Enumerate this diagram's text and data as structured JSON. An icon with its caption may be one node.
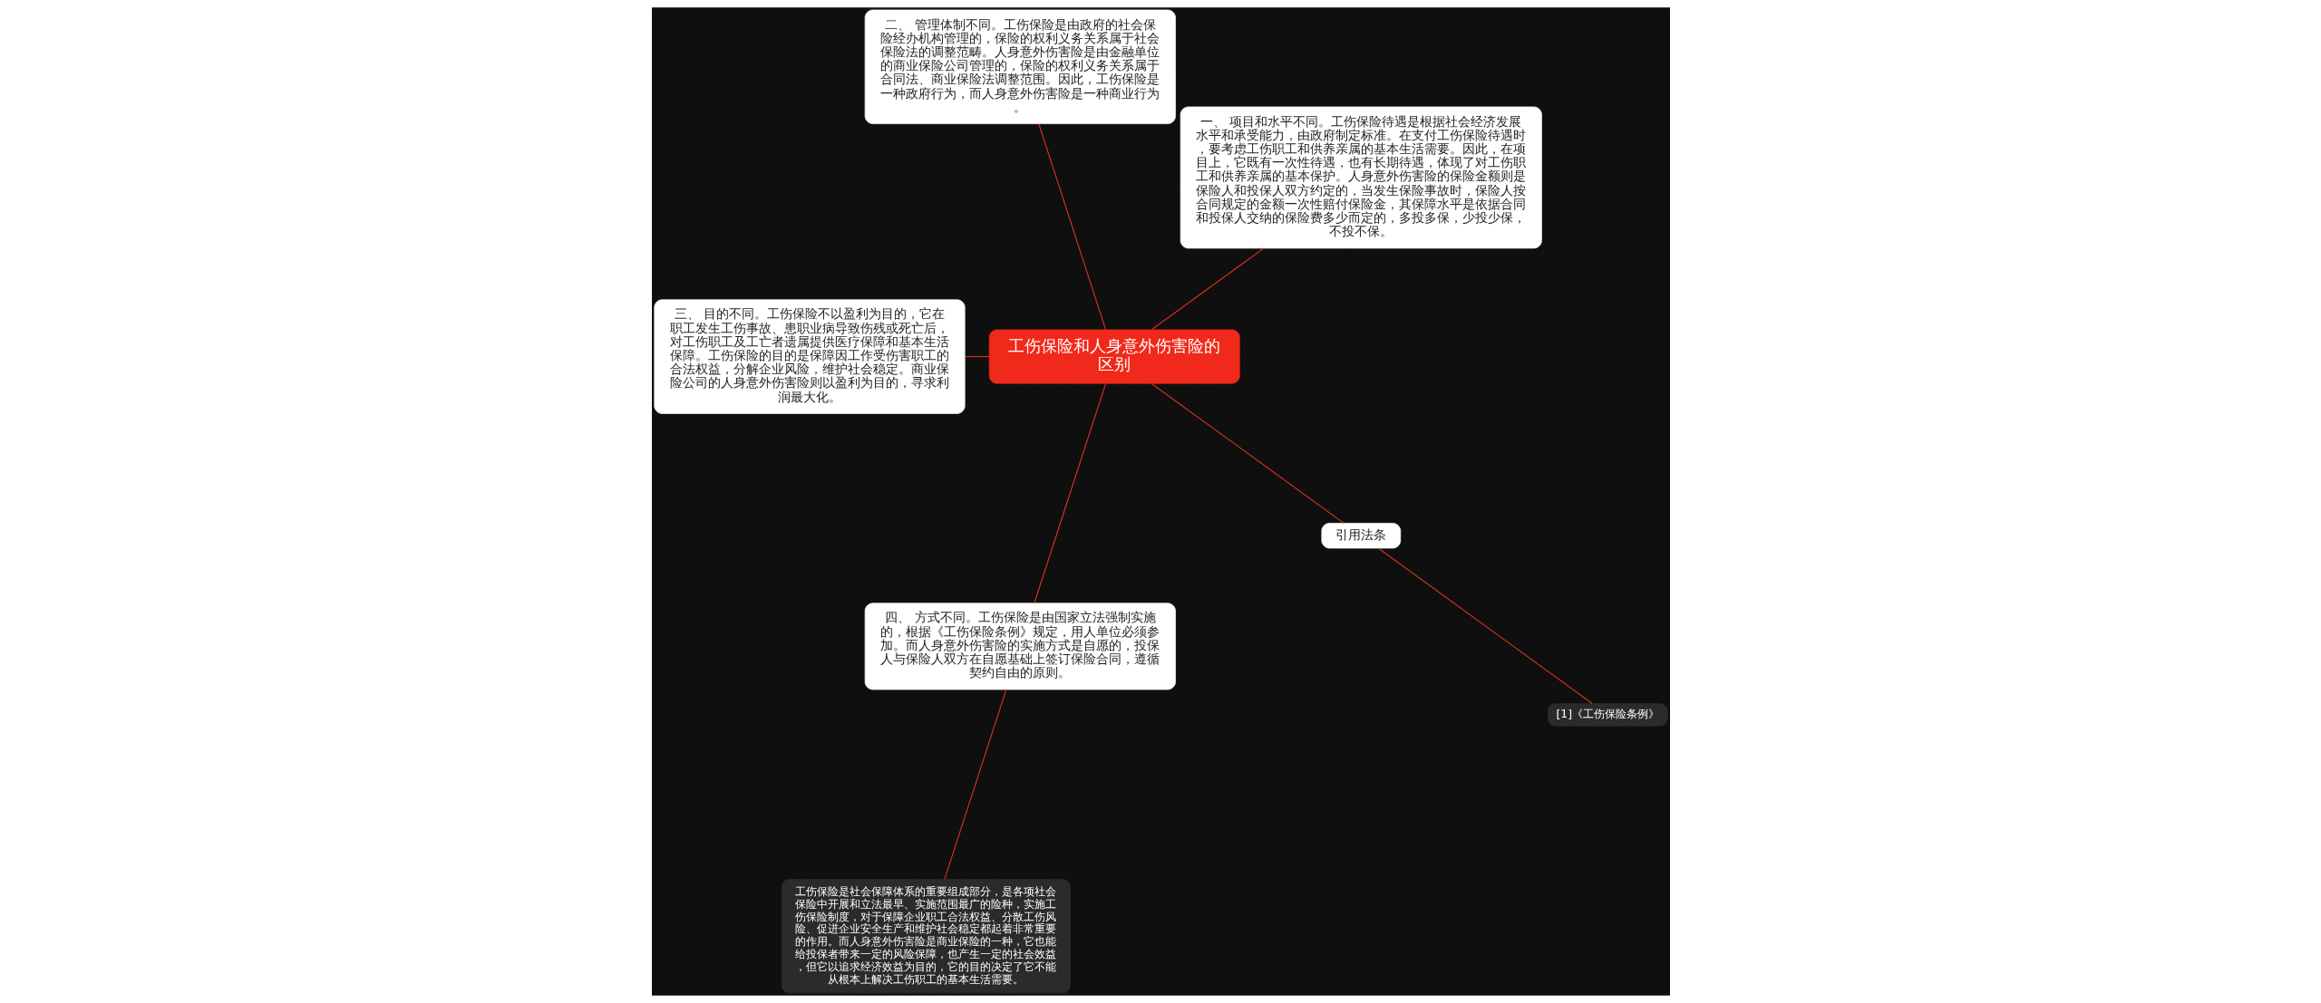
{
  "diagram": {
    "nodes": [
      {
        "text": [
          "工伤保险和人身意外伤害险的区别"
        ]
      },
      {
        "text": [
          "一、 项目和水平不同。工伤保险待遇是根据社会经济发展水平和承受能力，由政府制定标准。在支付工伤保险待遇时，要考虑工伤职工和供养亲属的基本生活需要。因此，在项目上，它既有一次性待遇，也有长期待遇，体现了对工伤职工和供养亲属的基本保护。人身意外伤害险的保险金额则是保险人和投保人双方约定的，当发生保险事故时，保险人按合同规定的金额一次性赔付保险金，其保障水平是依据合同和投保人交纳的保险费多少而定的，多投多保，少投少保，不投不保。"
        ]
      },
      {
        "text": [
          "二、 管理体制不同。工伤保险是由政府的社会保险经办机构管理的，保险的权利义务关系属于社会保险法的调整范畴。人身意外伤害险是由金融单位的商业保险公司管理的，保险的权利义务关系属于合同法、商业保险法调整范围。因此，工伤保险是一种政府行为，而人身意外伤害险是一种商业行为。"
        ]
      },
      {
        "text": [
          "三、 目的不同。工伤保险不以盈利为目的，它在职工发生工伤事故、患职业病导致伤残或死亡后，对工伤职工及工亡者遗属提供医疗保障和基本生活保障。工伤保险的目的是保障因工作受伤害职工的合法权益，分解企业风险，维护社会稳定。商业保险公司的人身意外伤害险则以盈利为目的，寻求利润最大化。"
        ]
      },
      {
        "text": [
          "四、 方式不同。工伤保险是由国家立法强制实施的，根据《工伤保险条例》规定，用人单位必须参加。而人身意外伤害险的实施方式是自愿的，投保人与保险人双方在自愿基础上签订保险合同，遵循契约自由的原则。"
        ]
      },
      {
        "text": [
          "工伤保险是社会保障体系的重要组成部分，是各项社会保险中开展和立法最早、实施范围最广的险种，实施工伤保险制度，对于保障企业职工合法权益、分散工伤风险、促进企业安全生产和维护社会稳定都起着非常重要的作用。而人身意外伤害险是商业保险的一种，它也能给投保者带来一定的风险保障，也产生一定的社会效益，但它以追求经济效益为目的，它的目的决定了它不能从根本上解决工伤职工的基本生活需要。"
        ]
      },
      {
        "text": [
          "引用法条"
        ]
      },
      {
        "text": [
          "[1]《工伤保险条例》"
        ]
      }
    ],
    "edges": [
      {
        "from": 0,
        "to": 1,
        "arrow": "none"
      },
      {
        "from": 0,
        "to": 2,
        "arrow": "none"
      },
      {
        "from": 0,
        "to": 3,
        "arrow": "none"
      },
      {
        "from": 0,
        "to": 4,
        "arrow": "none"
      },
      {
        "from": 4,
        "to": 5,
        "arrow": "none"
      },
      {
        "from": 0,
        "to": 6,
        "arrow": "none"
      },
      {
        "from": 6,
        "to": 7,
        "arrow": "none"
      }
    ]
  }
}
